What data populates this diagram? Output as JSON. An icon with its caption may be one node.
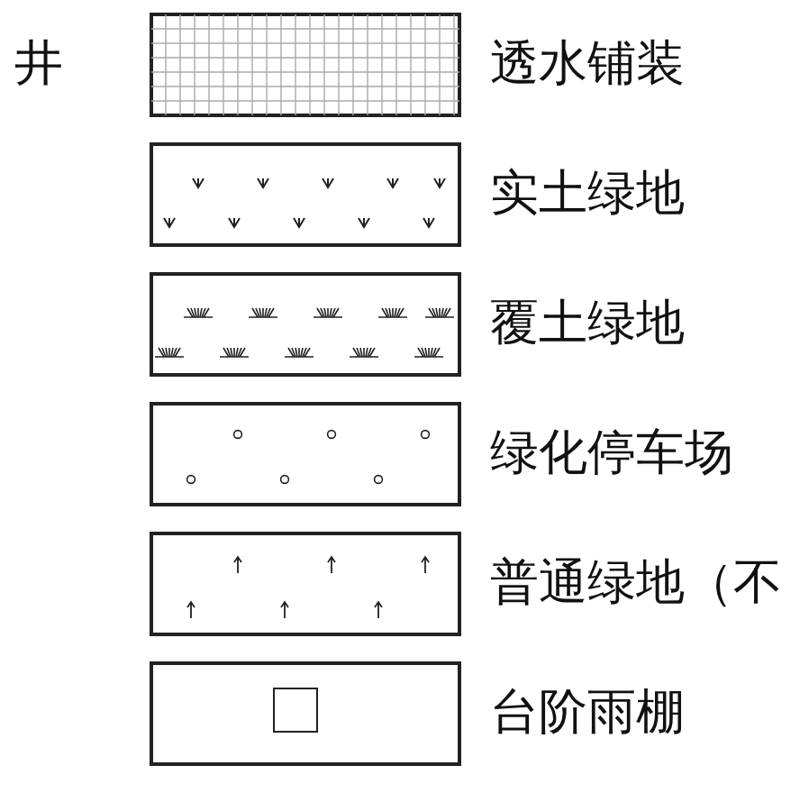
{
  "diagram": {
    "legend": [
      {
        "text": "透水铺装"
      },
      {
        "text": "实土绿地"
      },
      {
        "text": "覆土绿地"
      },
      {
        "text": "绿化停车场"
      },
      {
        "text": "普通绿地（不"
      },
      {
        "text": "台阶雨棚"
      }
    ],
    "labels": [
      "井"
    ]
  }
}
